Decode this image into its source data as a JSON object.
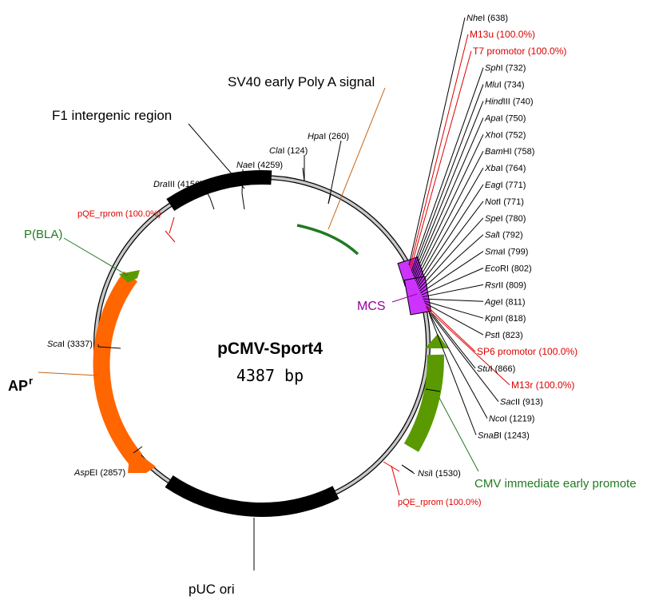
{
  "plasmid": {
    "name": "pCMV-Sport4",
    "size": "4387 bp",
    "colors": {
      "backbone": "#b0b0b0",
      "black_feature": "#000000",
      "orange_feature": "#ff6600",
      "green_feature": "#5a9a00",
      "dark_green": "#217a21",
      "mcs": "#cc33ff",
      "red_label": "#dd0000",
      "purple_label": "#990099"
    }
  },
  "features": {
    "sv40": "SV40 early Poly A signal",
    "f1": "F1 intergenic region",
    "pbla": "P(BLA)",
    "apr_main": "AP",
    "apr_sup": "r",
    "mcs": "MCS",
    "cmv": "CMV immediate early promote",
    "puc": "pUC ori"
  },
  "left_sites": {
    "hpai_name": "Hpa",
    "hpai_rest": "I (260)",
    "clai_name": "Cla",
    "clai_rest": "I (124)",
    "naei_name": "Nae",
    "naei_rest": "I (4259)",
    "draiii_name": "Dra",
    "draiii_rest": "III (4156)",
    "pqe_top": "pQE_rprom (100.0%)",
    "scai_name": "Sca",
    "scai_rest": "I (3337)",
    "aspei_name": "Asp",
    "aspei_rest": "EI (2857)",
    "nsii_name": "Nsi",
    "nsii_rest": "I (1530)",
    "pqe_bottom": "pQE_rprom (100.0%)"
  },
  "mcs_sites": [
    {
      "name": "Nhe",
      "rest": "I (638)",
      "red": false
    },
    {
      "name": "M13u (100.0%)",
      "rest": "",
      "red": true
    },
    {
      "name": "T7 promotor (100.0%)",
      "rest": "",
      "red": true
    },
    {
      "name": "Sph",
      "rest": "I (732)",
      "red": false
    },
    {
      "name": "Mlu",
      "rest": "I (734)",
      "red": false
    },
    {
      "name": "Hind",
      "rest": "III (740)",
      "red": false
    },
    {
      "name": "Apa",
      "rest": "I (750)",
      "red": false
    },
    {
      "name": "Xho",
      "rest": "I (752)",
      "red": false
    },
    {
      "name": "Bam",
      "rest": "HI (758)",
      "red": false
    },
    {
      "name": "Xba",
      "rest": "I (764)",
      "red": false
    },
    {
      "name": "Eag",
      "rest": "I (771)",
      "red": false
    },
    {
      "name": "Not",
      "rest": "I (771)",
      "red": false
    },
    {
      "name": "Spe",
      "rest": "I (780)",
      "red": false
    },
    {
      "name": "Sal",
      "rest": "I (792)",
      "red": false
    },
    {
      "name": "Sma",
      "rest": "I (799)",
      "red": false
    },
    {
      "name": "Eco",
      "rest": "RI (802)",
      "red": false
    },
    {
      "name": "Rsr",
      "rest": "II (809)",
      "red": false
    },
    {
      "name": "Age",
      "rest": "I (811)",
      "red": false
    },
    {
      "name": "Kpn",
      "rest": "I (818)",
      "red": false
    },
    {
      "name": "Pst",
      "rest": "I (823)",
      "red": false
    },
    {
      "name": "SP6 promotor (100.0%)",
      "rest": "",
      "red": true
    },
    {
      "name": "Stu",
      "rest": "I (866)",
      "red": false
    },
    {
      "name": "M13r (100.0%)",
      "rest": "",
      "red": true
    },
    {
      "name": "Sac",
      "rest": "II (913)",
      "red": false
    },
    {
      "name": "Nco",
      "rest": "I (1219)",
      "red": false
    },
    {
      "name": "SnaB",
      "rest": "I (1243)",
      "red": false
    }
  ]
}
